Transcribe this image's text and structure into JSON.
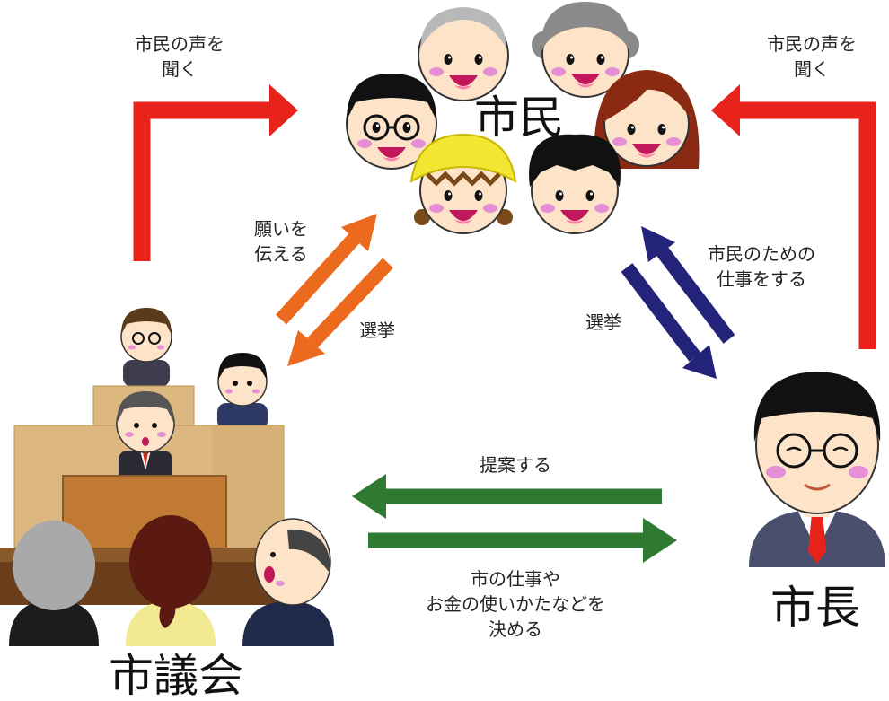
{
  "labels": {
    "citizens": "市民",
    "council": "市議会",
    "mayor": "市長",
    "listen_left": [
      "市民の声を",
      "聞く"
    ],
    "listen_right": [
      "市民の声を",
      "聞く"
    ],
    "convey_wishes": [
      "願いを",
      "伝える"
    ],
    "election_left": "選挙",
    "election_right": "選挙",
    "work_for_citizens": [
      "市民のための",
      "仕事をする"
    ],
    "propose": "提案する",
    "decide": [
      "市の仕事や",
      "お金の使いかたなどを",
      "決める"
    ]
  },
  "colors": {
    "red_arrow": "#e8231c",
    "orange_arrow": "#ec6a1d",
    "navy_arrow": "#23237a",
    "green_arrow": "#2f7a33",
    "skin": "#fde3c8",
    "cheek": "#e58fd6",
    "wood_light": "#dcb880",
    "wood_dark": "#8b5a2b"
  },
  "icons": [
    "citizen-faces-illustration",
    "council-chamber-illustration",
    "mayor-illustration"
  ]
}
